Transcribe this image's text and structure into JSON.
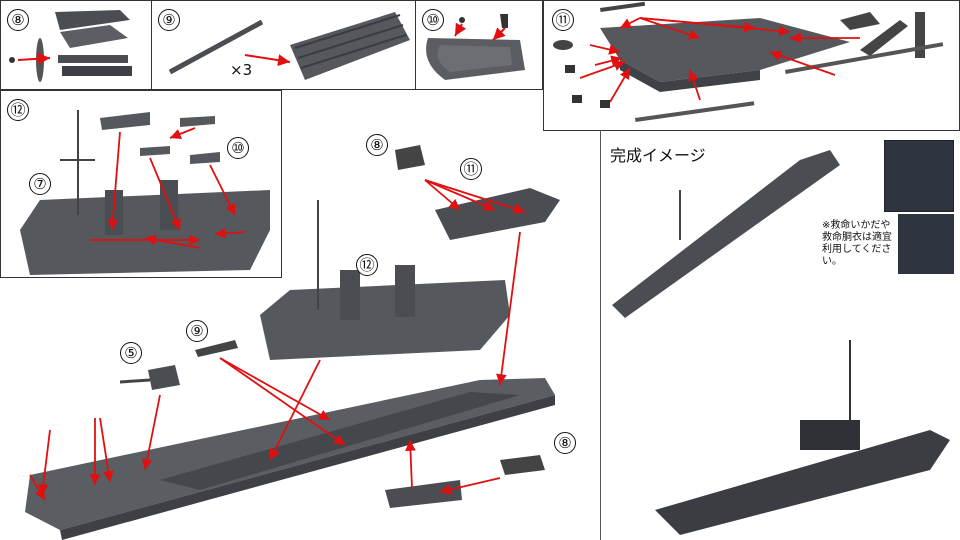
{
  "panels": {
    "p8": {
      "num": "⑧"
    },
    "p9": {
      "num": "⑨",
      "times": "×3"
    },
    "p10": {
      "num": "⑩"
    },
    "p11": {
      "num": "⑪"
    },
    "p12": {
      "num": "⑫",
      "num7": "⑦",
      "num10": "⑩"
    }
  },
  "main": {
    "num8a": "⑧",
    "num11": "⑪",
    "num12": "⑫",
    "num9": "⑨",
    "num5": "⑤",
    "num8b": "⑧"
  },
  "completed": {
    "title": "完成イメージ",
    "note": "※救命いかだや救命胴衣は適宜利用してください。"
  },
  "colors": {
    "arrow": "#e01010",
    "hull": "#5a5d62",
    "dark": "#3a3d42"
  }
}
